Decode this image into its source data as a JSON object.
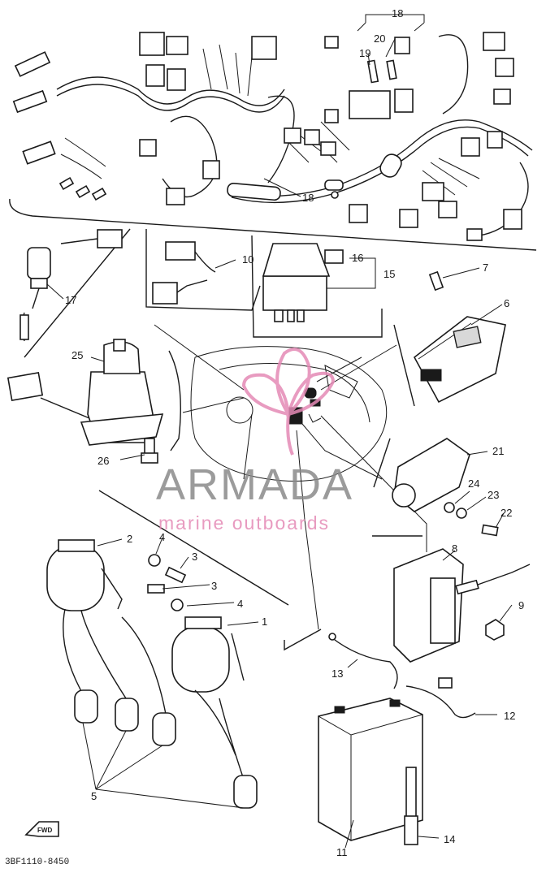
{
  "watermark": {
    "brand": "ARMADA",
    "tagline": "marine outboards",
    "brand_color": "#8a8a8a",
    "accent_color": "#e58ab6"
  },
  "diagram_code": "3BF1110-8450",
  "forward_label": "FWD",
  "callouts": {
    "c1": "1",
    "c2": "2",
    "c3a": "3",
    "c3b": "3",
    "c4a": "4",
    "c4b": "4",
    "c5": "5",
    "c6": "6",
    "c7": "7",
    "c8": "8",
    "c9": "9",
    "c10": "10",
    "c11": "11",
    "c12": "12",
    "c13": "13",
    "c14": "14",
    "c15": "15",
    "c16": "16",
    "c17": "17",
    "c18a": "18",
    "c18b": "18",
    "c19": "19",
    "c20": "20",
    "c21": "21",
    "c22": "22",
    "c23": "23",
    "c24": "24",
    "c25": "25",
    "c26": "26"
  }
}
